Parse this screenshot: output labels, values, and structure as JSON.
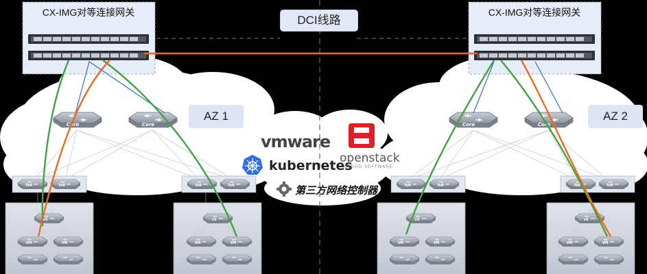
{
  "gateways": {
    "left_title": "CX-IMG对等连接网关",
    "right_title": "CX-IMG对等连接网关"
  },
  "dci_label": "DCI线路",
  "zones": [
    {
      "label": "AZ 1"
    },
    {
      "label": "AZ 2"
    }
  ],
  "switch_labels": {
    "core": "Core",
    "tor": "ToR",
    "vs": "vS",
    "vm": "VM"
  },
  "controllers": {
    "vmware": "vmware",
    "kubernetes": "kubernetes",
    "openstack": "openstack",
    "openstack_sub": "CLOUD SOFTWARE",
    "third_party": "第三方网络控制器"
  },
  "colors": {
    "background": "#000000",
    "cloud": "#ffffff",
    "gateway_box": "#e6ecf8",
    "az_badge": "#dde4f4",
    "path_orange": "#f06a1c",
    "path_green": "#3fa243",
    "path_blue": "#2f6fd1",
    "openstack_red": "#e01e26",
    "kubernetes_blue": "#326ce5"
  }
}
